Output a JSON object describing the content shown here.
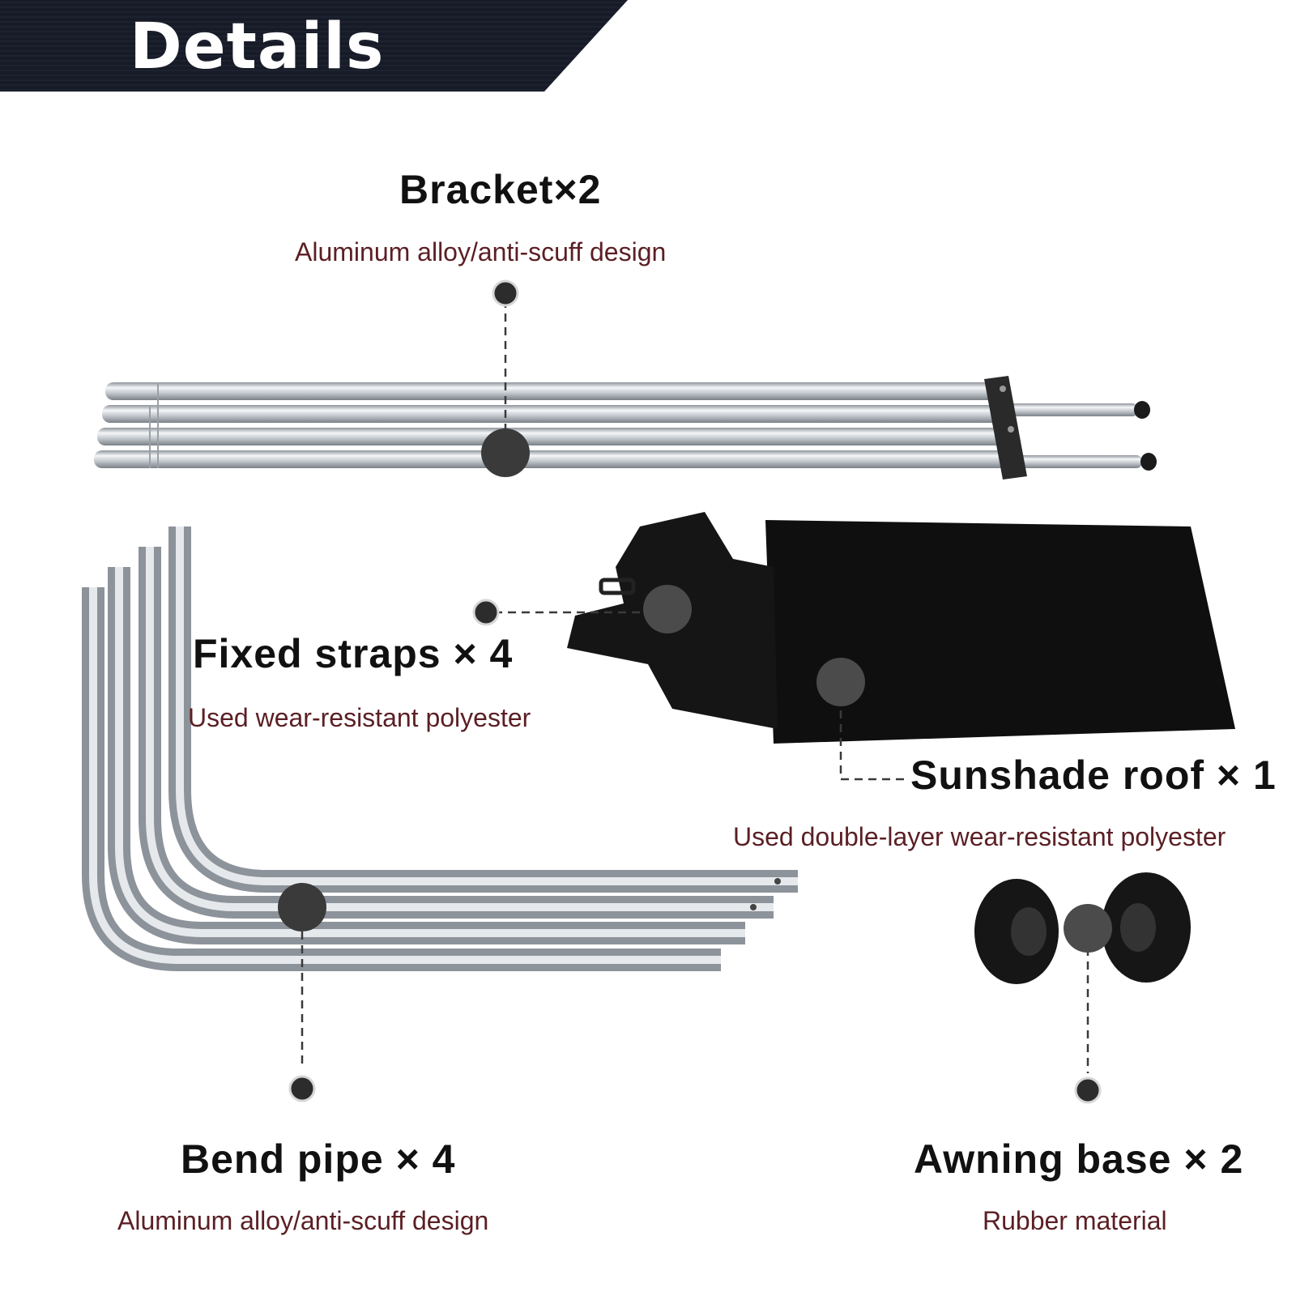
{
  "header": {
    "title": "Details",
    "background": "#181c28"
  },
  "colors": {
    "label": "#111111",
    "description": "#5b1f24",
    "marker": "#3a3a3a"
  },
  "parts": [
    {
      "name": "Bracket×2",
      "description": "Aluminum alloy/anti-scuff design"
    },
    {
      "name": "Fixed straps × 4",
      "description": "Used wear-resistant polyester"
    },
    {
      "name": "Sunshade roof × 1",
      "description": "Used double-layer wear-resistant polyester"
    },
    {
      "name": "Bend pipe × 4",
      "description": "Aluminum alloy/anti-scuff design"
    },
    {
      "name": "Awning base × 2",
      "description": "Rubber material"
    }
  ]
}
